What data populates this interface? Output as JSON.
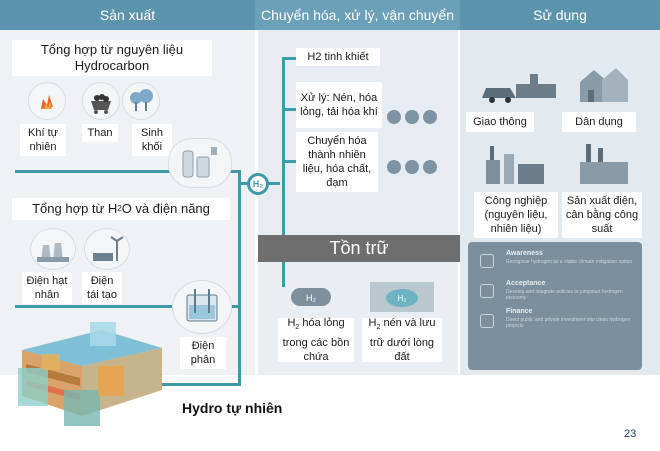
{
  "headers": {
    "production": "Sản xuất",
    "conversion": "Chuyển hóa, xử lý, vận chuyển",
    "usage": "Sử dụng"
  },
  "production": {
    "hydrocarbon_title": "Tổng hợp từ nguyên liệu Hydrocarbon",
    "natural_gas": "Khí tự nhiên",
    "coal": "Than",
    "biomass": "Sinh khối",
    "water_title_prefix": "Tổng hợp từ H",
    "water_title_sub": "2",
    "water_title_suffix": "O và điện năng",
    "nuclear": "Điện hạt nhân",
    "renewable": "Điện tái tạo",
    "electrolysis": "Điện phân",
    "natural_hydrogen": "Hydro tự nhiên"
  },
  "conversion": {
    "pure_h2": "H2 tinh khiết",
    "processing": "Xử lý: Nén, hóa lỏng, tải hóa khí",
    "transform": "Chuyển hóa thành nhiên liệu, hóa chất, đạm",
    "hub": "H₂"
  },
  "storage": {
    "title": "Tồn trữ",
    "liquid_prefix": "H",
    "liquid_sub": "2",
    "liquid_suffix": " hóa lỏng trong các bồn chứa",
    "underground_prefix": "H",
    "underground_sub": "2",
    "underground_suffix": " nén và lưu trữ dưới lòng đất",
    "tank_label": "H₂",
    "cave_label": "H₂"
  },
  "usage": {
    "transport": "Giao thông",
    "residential": "Dân dụng",
    "industry": "Công nghiệp (nguyên liệu, nhiên liệu)",
    "power": "Sản xuất điện, cân bằng công suất"
  },
  "info_box": {
    "items": [
      {
        "title": "Awareness",
        "text": "Recognise hydrogen as a viable climate mitigation option"
      },
      {
        "title": "Acceptance",
        "text": "Develop and integrate policies to jumpstart hydrogen economy"
      },
      {
        "title": "Finance",
        "text": "Direct public and private investment into clean hydrogen projects"
      }
    ]
  },
  "page_number": "23",
  "colors": {
    "header": "#5c93ad",
    "flow_line": "#3d9aa6",
    "panel_light": "#eef2f5",
    "panel_mid": "#e2e9ef",
    "storage_bar": "#6e6e6e",
    "info_box": "#7b8f9e"
  }
}
